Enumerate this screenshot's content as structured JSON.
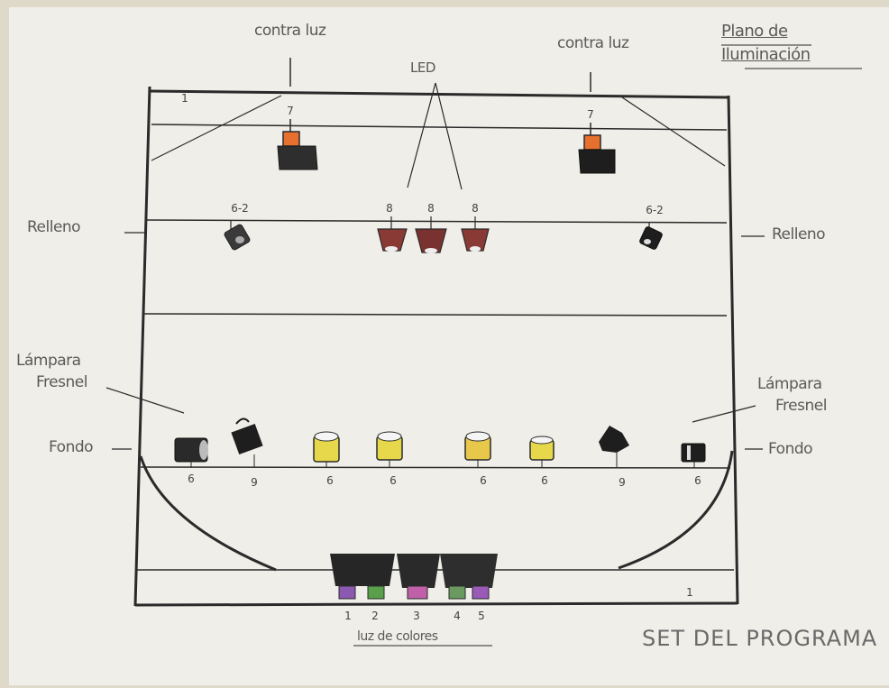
{
  "title": "Plano de Iluminación",
  "footer_title": "SET DEL PROGRAMA",
  "footer_sub": "luz de colores",
  "labels": {
    "contra_luz": "contra luz",
    "led": "LED",
    "relleno": "Relleno",
    "lampara": "Lámpara",
    "fresnel": "Fresnel",
    "fondo": "Fondo"
  },
  "numbers": {
    "corner_top": "1",
    "corner_bottom": "1",
    "back_left": "7",
    "back_right": "7",
    "fill_left": "6-2",
    "fill_right": "6-2",
    "led": [
      "8",
      "8",
      "8"
    ],
    "fondo": [
      "6",
      "9",
      "6",
      "6",
      "6",
      "6",
      "9",
      "6"
    ],
    "colors": [
      "1",
      "2",
      "3",
      "4",
      "5"
    ]
  },
  "colors": {
    "ink": "#2a2a2a",
    "back_light_body": "#262626",
    "back_light_lens": "#e8702e",
    "led_body": "#8a3a34",
    "fresnel_yellow": "#e6d84a",
    "color_lights": [
      "#8b5ab0",
      "#5aa04a",
      "#c060a8",
      "#6a9a60",
      "#9a5ab8"
    ]
  }
}
